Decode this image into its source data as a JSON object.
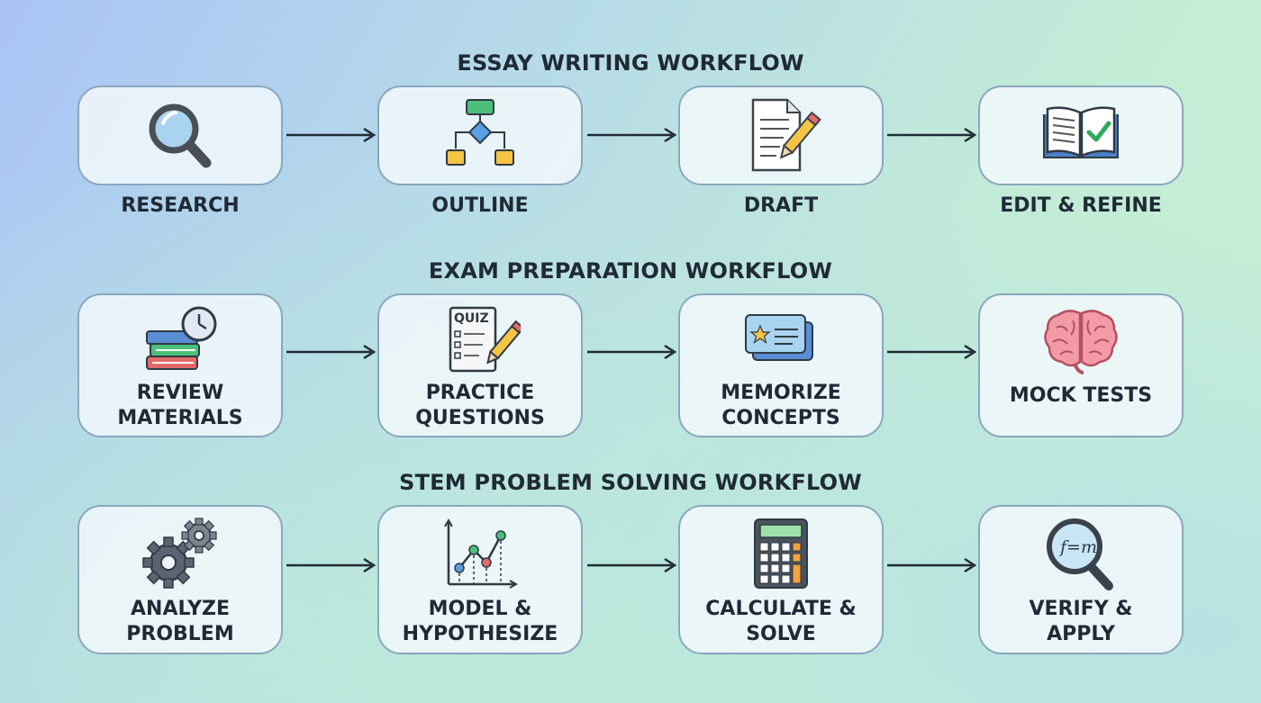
{
  "workflows": [
    {
      "title": "ESSAY WRITING WORKFLOW",
      "steps": [
        {
          "label": "RESEARCH",
          "icon": "magnifier-icon"
        },
        {
          "label": "OUTLINE",
          "icon": "flowchart-icon"
        },
        {
          "label": "DRAFT",
          "icon": "document-pencil-icon"
        },
        {
          "label": "EDIT & REFINE",
          "icon": "book-check-icon"
        }
      ]
    },
    {
      "title": "EXAM PREPARATION WORKFLOW",
      "steps": [
        {
          "label_lines": [
            "REVIEW",
            "MATERIALS"
          ],
          "icon": "books-clock-icon"
        },
        {
          "label_lines": [
            "PRACTICE",
            "QUESTIONS"
          ],
          "icon": "quiz-sheet-icon",
          "icon_text": "QUIZ"
        },
        {
          "label_lines": [
            "MEMORIZE",
            "CONCEPTS"
          ],
          "icon": "flashcards-icon"
        },
        {
          "label_lines": [
            "MOCK TESTS"
          ],
          "icon": "brain-icon"
        }
      ]
    },
    {
      "title": "STEM PROBLEM SOLVING WORKFLOW",
      "steps": [
        {
          "label_lines": [
            "ANALYZE",
            "PROBLEM"
          ],
          "icon": "gears-icon"
        },
        {
          "label_lines": [
            "MODEL &",
            "HYPOTHESIZE"
          ],
          "icon": "line-graph-icon"
        },
        {
          "label_lines": [
            "CALCULATE &",
            "SOLVE"
          ],
          "icon": "calculator-icon"
        },
        {
          "label_lines": [
            "VERIFY &",
            "APPLY"
          ],
          "icon": "formula-magnifier-icon",
          "icon_text": "f=m"
        }
      ]
    }
  ],
  "colors": {
    "card_border": "#8aa7bd",
    "arrow": "#1f2a36",
    "text": "#1f2a36"
  }
}
